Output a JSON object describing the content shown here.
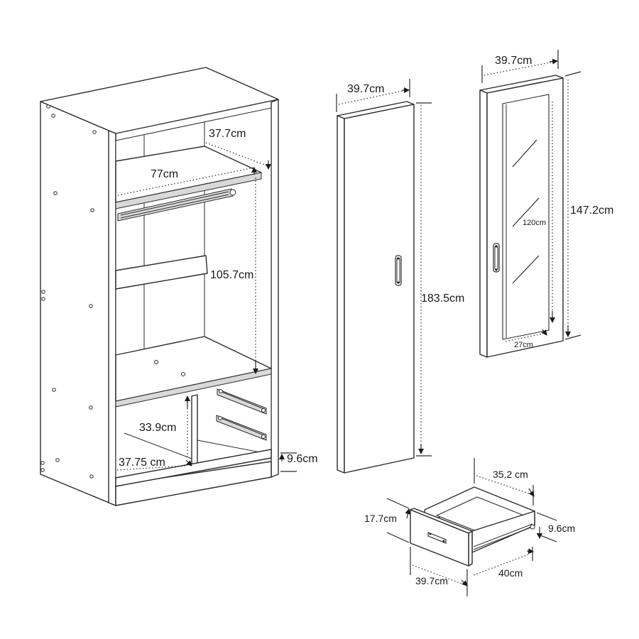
{
  "colors": {
    "line": "#2b2b2b",
    "background": "#ffffff",
    "shade": "#d9d9d9"
  },
  "wardrobe": {
    "depth": "37.7cm",
    "inner_width": "77cm",
    "hanging_height": "105.7cm",
    "drawer_bay_height": "33.9cm",
    "drawer_bay_width": "37.75 cm",
    "plinth_height": "9.6cm"
  },
  "plain_door": {
    "width": "39.7cm",
    "height": "183.5cm"
  },
  "glass_door": {
    "width": "39.7cm",
    "height": "147.2cm",
    "glass_height": "120cm",
    "glass_width": "27cm"
  },
  "drawer": {
    "inner_width": "35.2 cm",
    "front_height": "17.7cm",
    "box_height": "9.6cm",
    "front_width": "39.7cm",
    "depth": "40cm"
  }
}
